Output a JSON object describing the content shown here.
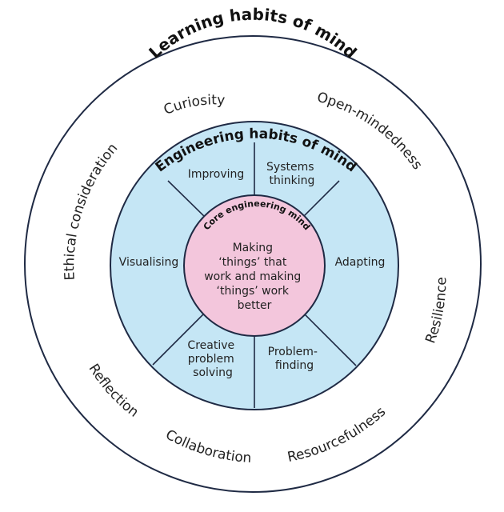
{
  "colors": {
    "outer_ring": "#ffffff",
    "engineering_ring": "#c5e6f5",
    "core_circle": "#f3c6dc",
    "stroke": "#1f2a44"
  },
  "learning": {
    "title": "Learning habits of mind",
    "habits": {
      "curiosity": "Curiosity",
      "open_mindedness": "Open-mindedness",
      "resilience": "Resilience",
      "resourcefulness": "Resourcefulness",
      "collaboration": "Collaboration",
      "reflection": "Reflection",
      "ethical": "Ethical consideration"
    }
  },
  "engineering": {
    "title": "Engineering habits of mind",
    "segments": {
      "improving": [
        "Improving"
      ],
      "systems": [
        "Systems",
        "thinking"
      ],
      "adapting": [
        "Adapting"
      ],
      "problem_finding": [
        "Problem-",
        "finding"
      ],
      "creative": [
        "Creative",
        "problem",
        "solving"
      ],
      "visualising": [
        "Visualising"
      ]
    }
  },
  "core": {
    "title": "Core engineering mind",
    "lines": [
      "Making",
      "‘things’ that",
      "work and making",
      "‘things’ work",
      "better"
    ]
  }
}
